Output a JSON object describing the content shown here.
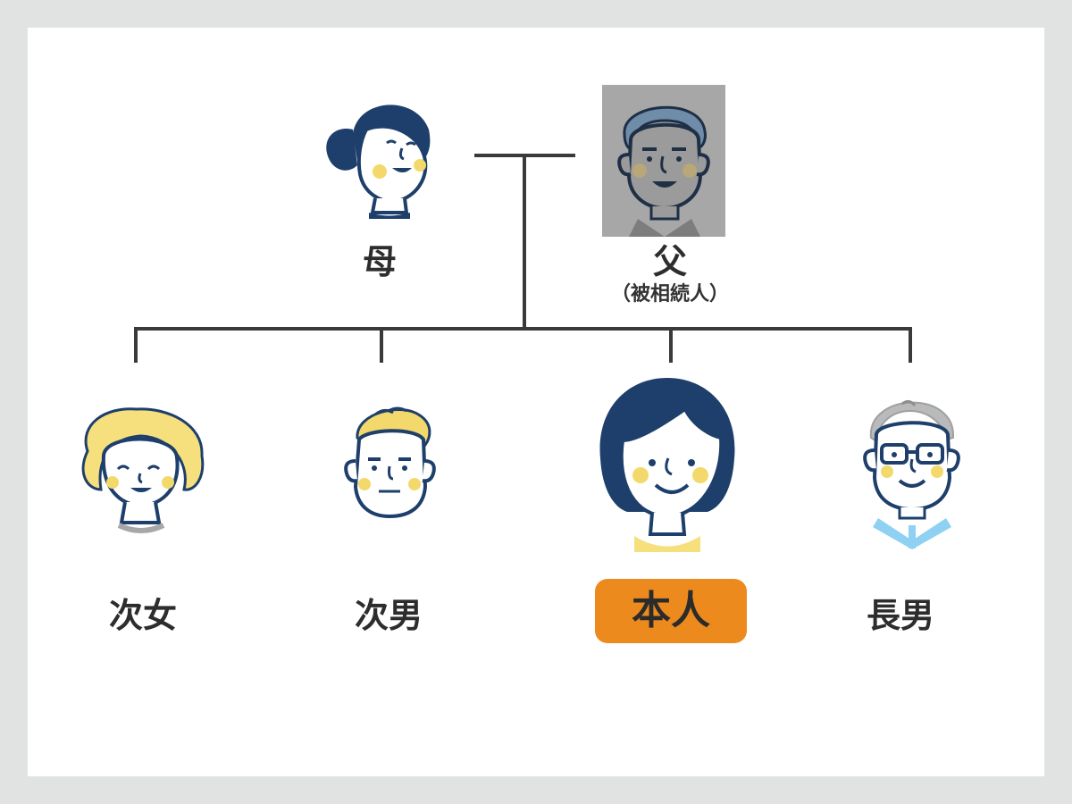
{
  "colors": {
    "line": "#3a3a3a",
    "navy": "#1e3f6b",
    "cheek": "#f3d96b",
    "badge": "#ed8a1d",
    "deceased_overlay": "#a7a7a7"
  },
  "people": {
    "mother": {
      "label": "母"
    },
    "father": {
      "label": "父",
      "note": "（被相続人）",
      "deceased": true
    },
    "second_daughter": {
      "label": "次女"
    },
    "second_son": {
      "label": "次男"
    },
    "self": {
      "label": "本人",
      "highlighted": true
    },
    "eldest_son": {
      "label": "長男"
    }
  }
}
